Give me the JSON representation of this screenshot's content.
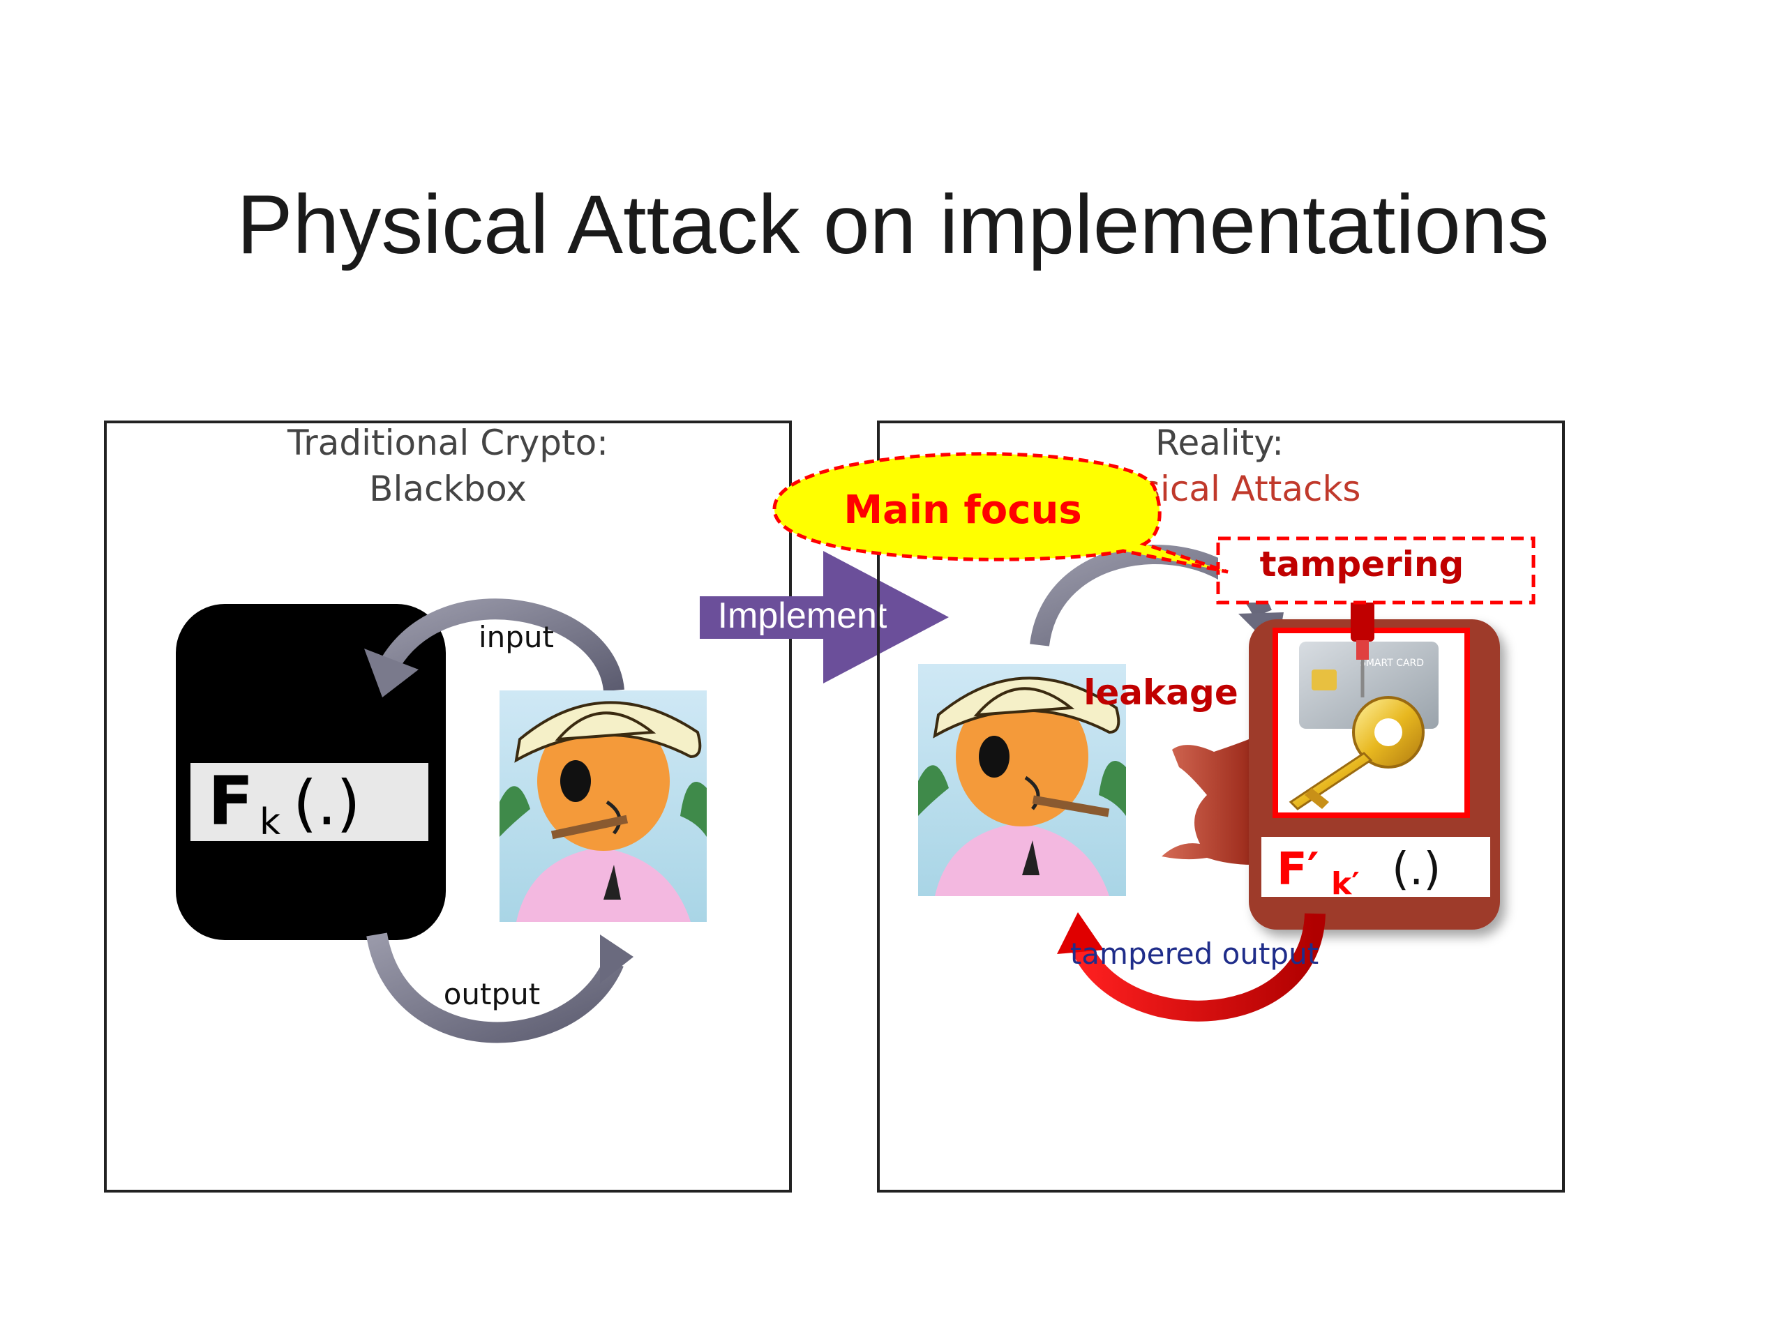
{
  "slide": {
    "title": "Physical Attack on implementations"
  },
  "left_panel": {
    "title_line1": "Traditional Crypto:",
    "title_line2": "Blackbox",
    "function_main": "F",
    "function_sub": "k",
    "function_args": "(.)",
    "input_label": "input",
    "output_label": "output"
  },
  "arrow": {
    "label": "Implement",
    "color": "#6b4f9a"
  },
  "right_panel": {
    "title_line1": "Reality:",
    "title_line2": "Physical Attacks",
    "callout": "Main focus",
    "tampering_label": "tampering",
    "leakage_label": "leakage",
    "function_main": "F′",
    "function_sub": "k′",
    "function_args": "(.)",
    "tampered_output_label": "tampered output",
    "card_text": "SMART CARD"
  },
  "colors": {
    "accent_red": "#c00000",
    "callout_yellow": "#ffff00",
    "arrow_gray": "#6f6f82",
    "device_brown": "#9e3b2c"
  }
}
